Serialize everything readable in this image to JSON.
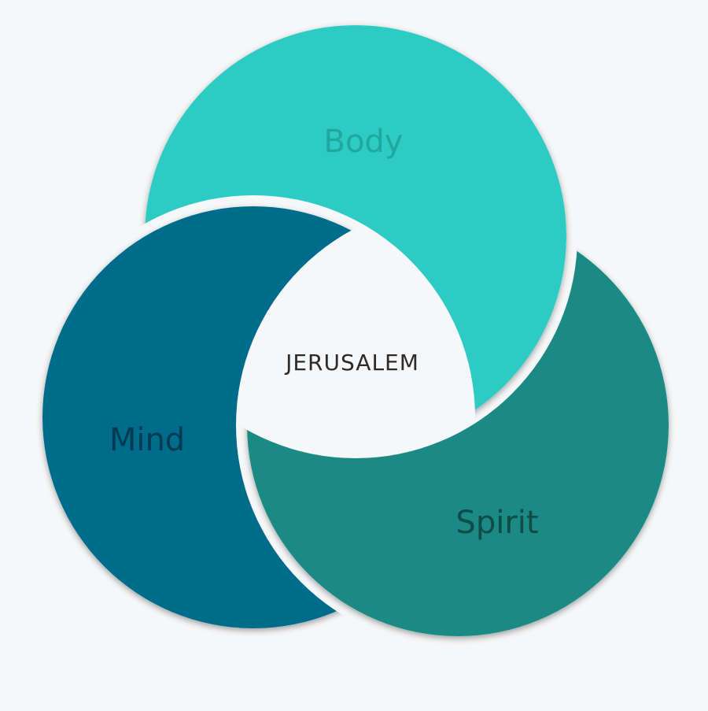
{
  "diagram": {
    "center": {
      "label": "JERUSALEM",
      "color": "#2b2b2b"
    },
    "segments": [
      {
        "id": "body",
        "label": "Body",
        "fill": "#2ecbc4",
        "text_color": "#1fa89e"
      },
      {
        "id": "spirit",
        "label": "Spirit",
        "fill": "#1b8a84",
        "text_color": "#0f4b47"
      },
      {
        "id": "mind",
        "label": "Mind",
        "fill": "#046c8b",
        "text_color": "#033a52"
      }
    ],
    "background": "#f6f7f8"
  }
}
